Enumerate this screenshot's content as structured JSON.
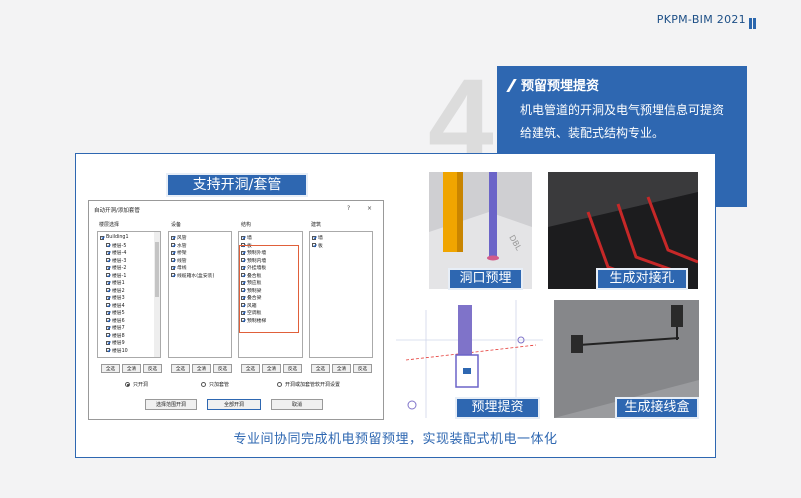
{
  "header": {
    "brand": "PKPM-BIM 2021",
    "section_number": "4"
  },
  "feature": {
    "title": "预留预埋提资",
    "description": "机电管道的开洞及电气预埋信息可提资给建筑、装配式结构专业。"
  },
  "panel": {
    "main_label": "支持开洞/套管",
    "caption": "专业间协同完成机电预留预埋，实现装配式机电一体化",
    "tiles": [
      {
        "label": "洞口预埋"
      },
      {
        "label": "生成对接孔"
      },
      {
        "label": "预埋提资"
      },
      {
        "label": "生成接线盒"
      }
    ]
  },
  "dialog": {
    "title": "自动开洞/添加套管",
    "help": "?",
    "close": "×",
    "columns": [
      {
        "title": "楼层选择",
        "items": [
          "Building1",
          "楼层-5",
          "楼层-4",
          "楼层-3",
          "楼层-2",
          "楼层-1",
          "楼层1",
          "楼层2",
          "楼层3",
          "楼层4",
          "楼层5",
          "楼层6",
          "楼层7",
          "楼层8",
          "楼层9",
          "楼层10"
        ]
      },
      {
        "title": "设备",
        "items": [
          "风管",
          "水管",
          "桥架",
          "线管",
          "母线",
          "线缆箱水(盒安装)"
        ]
      },
      {
        "title": "结构",
        "items": [
          "墙",
          "板",
          "预制外墙",
          "预制内墙",
          "外挂墙板",
          "叠合板",
          "预应板",
          "预制梁",
          "叠合梁",
          "风箱",
          "空调板",
          "预制楼梯"
        ]
      },
      {
        "title": "建筑",
        "items": [
          "墙",
          "板"
        ]
      }
    ],
    "select_buttons": [
      "全选",
      "全清",
      "反选"
    ],
    "radios": [
      {
        "label": "只开洞",
        "selected": true
      },
      {
        "label": "只加套管",
        "selected": false
      },
      {
        "label": "开洞或加套管软开洞设置",
        "selected": false
      }
    ],
    "buttons": {
      "range": "选择范围开洞",
      "all": "全部开洞",
      "cancel": "取消"
    }
  },
  "colors": {
    "accent": "#2e67b1",
    "highlight_box": "#e0603a",
    "section_number": "#dcdcdc"
  }
}
